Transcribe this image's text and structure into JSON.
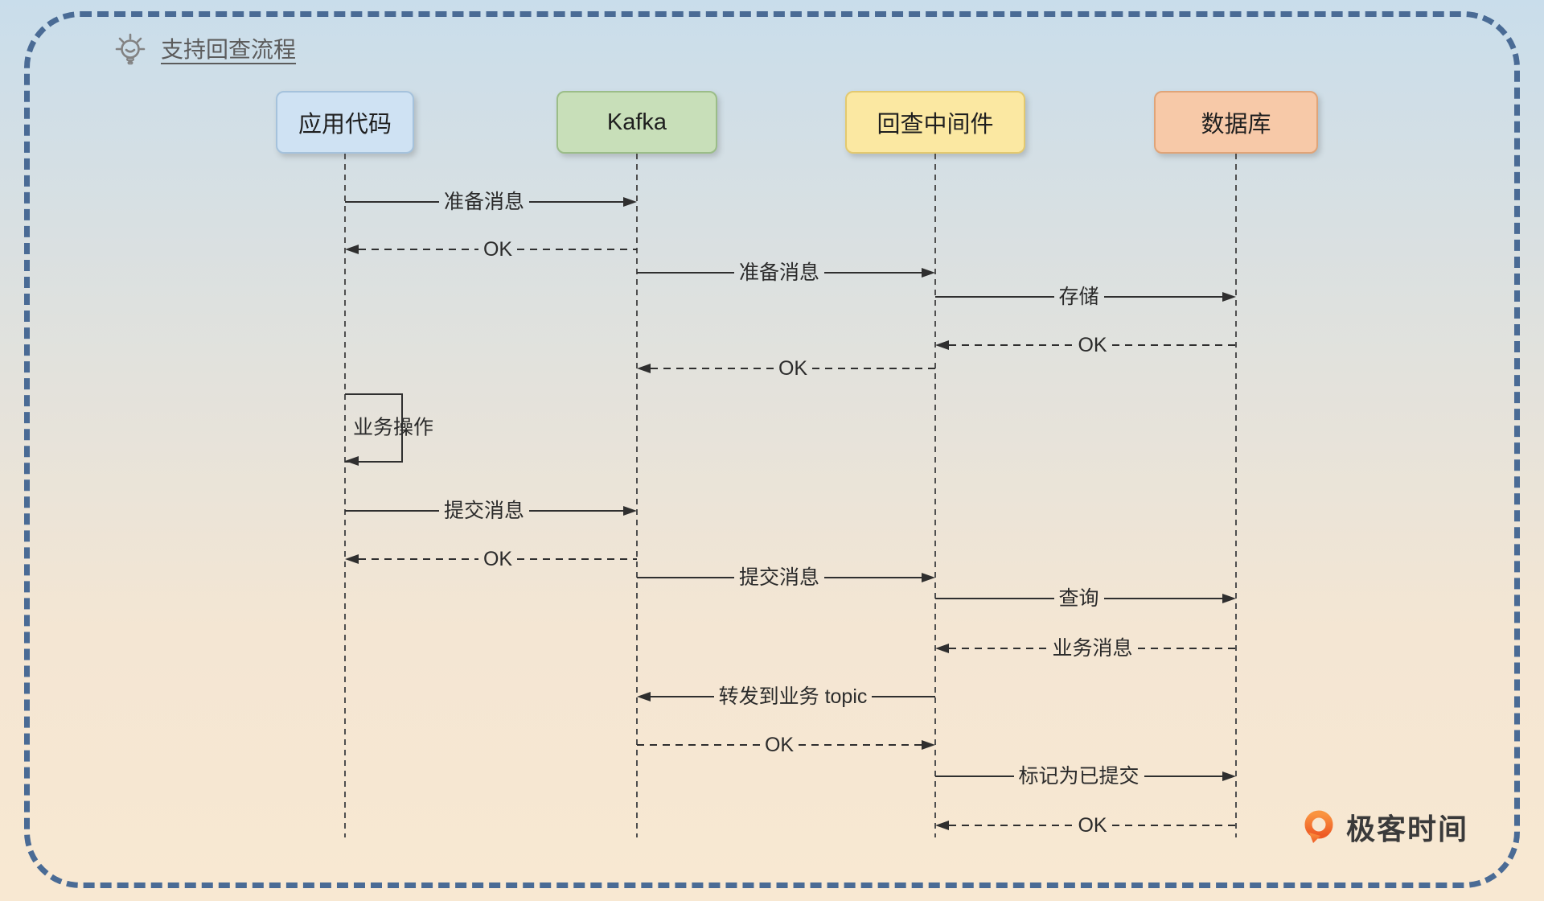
{
  "title": "支持回查流程",
  "logo": {
    "text": "极客时间"
  },
  "colors": {
    "background_top": "#c9ddeb",
    "background_bottom": "#f8e8d2",
    "frame_border": "#4a6b95",
    "arrow": "#2f2f2f",
    "lifeline": "#4f4f4f",
    "title_text": "#5c5c5c",
    "logo_text": "#3a3a3a",
    "logo_accent": "#f06a24"
  },
  "participants": [
    {
      "id": "app",
      "label": "应用代码",
      "fill": "#cfe2f3",
      "border": "#a5c2dc"
    },
    {
      "id": "kafka",
      "label": "Kafka",
      "fill": "#c8dfb9",
      "border": "#9bbd88"
    },
    {
      "id": "mid",
      "label": "回查中间件",
      "fill": "#fbe8a2",
      "border": "#e3c96f"
    },
    {
      "id": "db",
      "label": "数据库",
      "fill": "#f7c9a8",
      "border": "#e0a478"
    }
  ],
  "messages": [
    {
      "from": "app",
      "to": "kafka",
      "label": "准备消息",
      "line": "solid"
    },
    {
      "from": "kafka",
      "to": "app",
      "label": "OK",
      "line": "dashed"
    },
    {
      "from": "kafka",
      "to": "mid",
      "label": "准备消息",
      "line": "solid"
    },
    {
      "from": "mid",
      "to": "db",
      "label": "存储",
      "line": "solid"
    },
    {
      "from": "db",
      "to": "mid",
      "label": "OK",
      "line": "dashed"
    },
    {
      "from": "mid",
      "to": "kafka",
      "label": "OK",
      "line": "dashed"
    },
    {
      "type": "self",
      "from": "app",
      "label": "业务操作",
      "line": "solid"
    },
    {
      "from": "app",
      "to": "kafka",
      "label": "提交消息",
      "line": "solid"
    },
    {
      "from": "kafka",
      "to": "app",
      "label": "OK",
      "line": "dashed"
    },
    {
      "from": "kafka",
      "to": "mid",
      "label": "提交消息",
      "line": "solid"
    },
    {
      "from": "mid",
      "to": "db",
      "label": "查询",
      "line": "solid"
    },
    {
      "from": "db",
      "to": "mid",
      "label": "业务消息",
      "line": "dashed"
    },
    {
      "from": "mid",
      "to": "kafka",
      "label": "转发到业务 topic",
      "line": "solid"
    },
    {
      "from": "kafka",
      "to": "mid",
      "label": "OK",
      "line": "dashed"
    },
    {
      "from": "mid",
      "to": "db",
      "label": "标记为已提交",
      "line": "solid"
    },
    {
      "from": "db",
      "to": "mid",
      "label": "OK",
      "line": "dashed"
    }
  ]
}
